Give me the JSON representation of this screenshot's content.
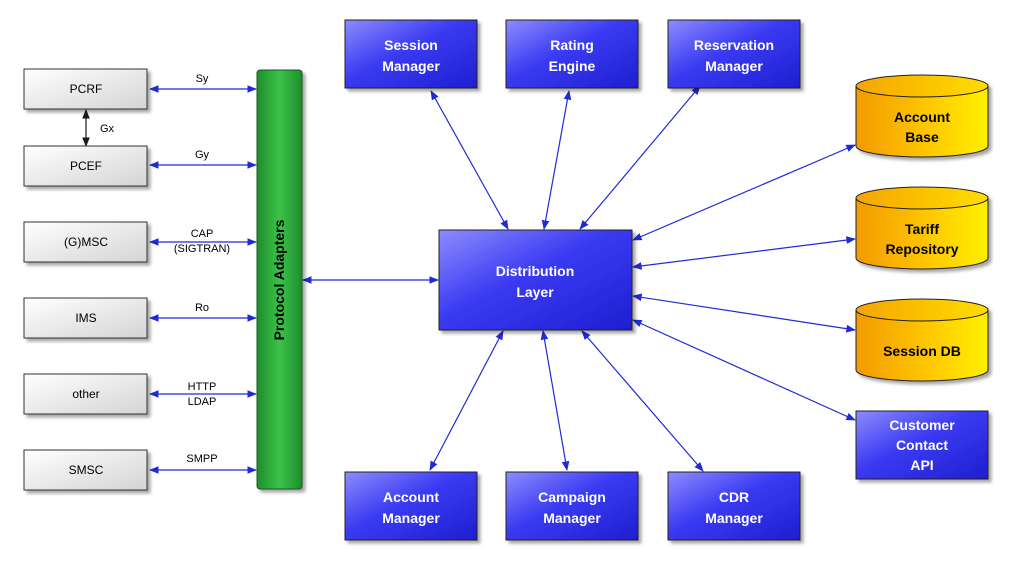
{
  "external_systems": [
    {
      "id": "pcrf",
      "label": "PCRF",
      "interface": [
        "Sy"
      ]
    },
    {
      "id": "pcef",
      "label": "PCEF",
      "interface": [
        "Gy"
      ]
    },
    {
      "id": "gmsc",
      "label": "(G)MSC",
      "interface": [
        "CAP",
        "(SIGTRAN)"
      ]
    },
    {
      "id": "ims",
      "label": "IMS",
      "interface": [
        "Ro"
      ]
    },
    {
      "id": "other",
      "label": "other",
      "interface": [
        "HTTP",
        "LDAP"
      ]
    },
    {
      "id": "smsc",
      "label": "SMSC",
      "interface": [
        "SMPP"
      ]
    }
  ],
  "pcrf_pcef_link": "Gx",
  "protocol_adapters": "Protocol Adapters",
  "distribution_layer": [
    "Distribution",
    "Layer"
  ],
  "top_components": [
    {
      "id": "session-manager",
      "lines": [
        "Session",
        "Manager"
      ]
    },
    {
      "id": "rating-engine",
      "lines": [
        "Rating",
        "Engine"
      ]
    },
    {
      "id": "reservation-manager",
      "lines": [
        "Reservation",
        "Manager"
      ]
    }
  ],
  "bottom_components": [
    {
      "id": "account-manager",
      "lines": [
        "Account",
        "Manager"
      ]
    },
    {
      "id": "campaign-manager",
      "lines": [
        "Campaign",
        "Manager"
      ]
    },
    {
      "id": "cdr-manager",
      "lines": [
        "CDR",
        "Manager"
      ]
    }
  ],
  "databases": [
    {
      "id": "account-base",
      "lines": [
        "Account",
        "Base"
      ]
    },
    {
      "id": "tariff-repository",
      "lines": [
        "Tariff",
        "Repository"
      ]
    },
    {
      "id": "session-db",
      "lines": [
        "Session DB"
      ]
    }
  ],
  "customer_contact_api": [
    "Customer",
    "Contact",
    "API"
  ],
  "colors": {
    "component_blue": "#3b3bf0",
    "database_gold": "#f5c000",
    "adapter_green": "#2fae3c",
    "external_gray": "#e8e8e8",
    "connector_blue": "#1f2bd6"
  }
}
